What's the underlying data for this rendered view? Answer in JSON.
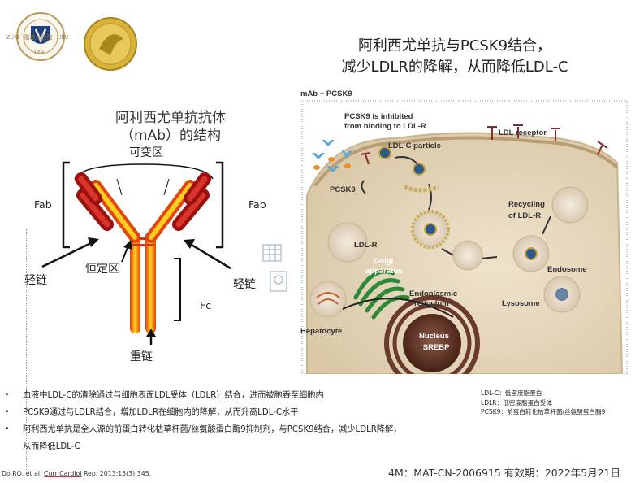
{
  "slide": {
    "title_right_line1": "阿利西尤单抗与PCSK9结合，",
    "title_right_line2": "减少LDLR的降解，从而降低LDL-C",
    "title_left_line1": "阿利西尤单抗抗体",
    "title_left_line2": "（mAb）的结构"
  },
  "antibody_labels": {
    "variable_region": "可变区",
    "fab_left": "Fab",
    "fab_right": "Fab",
    "constant_region": "恒定区",
    "light_chain_left": "轻链",
    "light_chain_right": "轻链",
    "fc": "Fc",
    "heavy_chain": "重链"
  },
  "cell_labels": {
    "mab_pcsk9": "mAb + PCSK9",
    "pcsk9_inhibited_1": "PCSK9 is inhibited",
    "pcsk9_inhibited_2": "from binding to LDL-R",
    "ldlc_particle": "LDL-C particle",
    "ldl_receptor": "LDL receptor",
    "pcsk9": "PCSK9",
    "recycling_1": "Recycling",
    "recycling_2": "of LDL-R",
    "ldlr": "LDL-R",
    "golgi_1": "Golgi",
    "golgi_2": "apparatus",
    "endosome": "Endosome",
    "er_1": "Endoplasmic",
    "er_2": "reticulum",
    "nucleus_1": "Nucleus",
    "nucleus_2": "↑SREBP",
    "lysosome": "Lysosome",
    "hepatocyte": "Hepatocyte"
  },
  "bullets": [
    "血液中LDL-C的清除通过与细胞表面LDL受体（LDLR）结合，进而被胞吞至细胞内",
    "PCSK9通过与LDLR结合，增加LDLR在细胞内的降解，从而升高LDL-C水平",
    "阿利西尤单抗是全人源的前蛋白转化枯草杆菌/丝氨酸蛋白酶9抑制剂，与PCSK9结合，减少LDLR降解，"
  ],
  "bullet_cont": "从而降低LDL-C",
  "legend": [
    "LDL-C：低密度脂蛋白",
    "LDLR：低密度脂蛋白受体",
    "PCSK9：前蛋白转化枯草杆菌/丝氨酸蛋白酶9"
  ],
  "reference": {
    "author": "Do RQ, et al. ",
    "journal": "Curr Cardiol",
    "rest": " Rep. 2013;15(3):345."
  },
  "footer": "4M：MAT-CN-2006915  有效期：2022年5月21日",
  "logo": {
    "ring_text": "ZUM · 浙港大医院 · ULU",
    "year": "1994"
  },
  "colors": {
    "antibody_red": "#b01818",
    "antibody_orange": "#f0a010",
    "cell_fill": "#e9dcc4"
  }
}
